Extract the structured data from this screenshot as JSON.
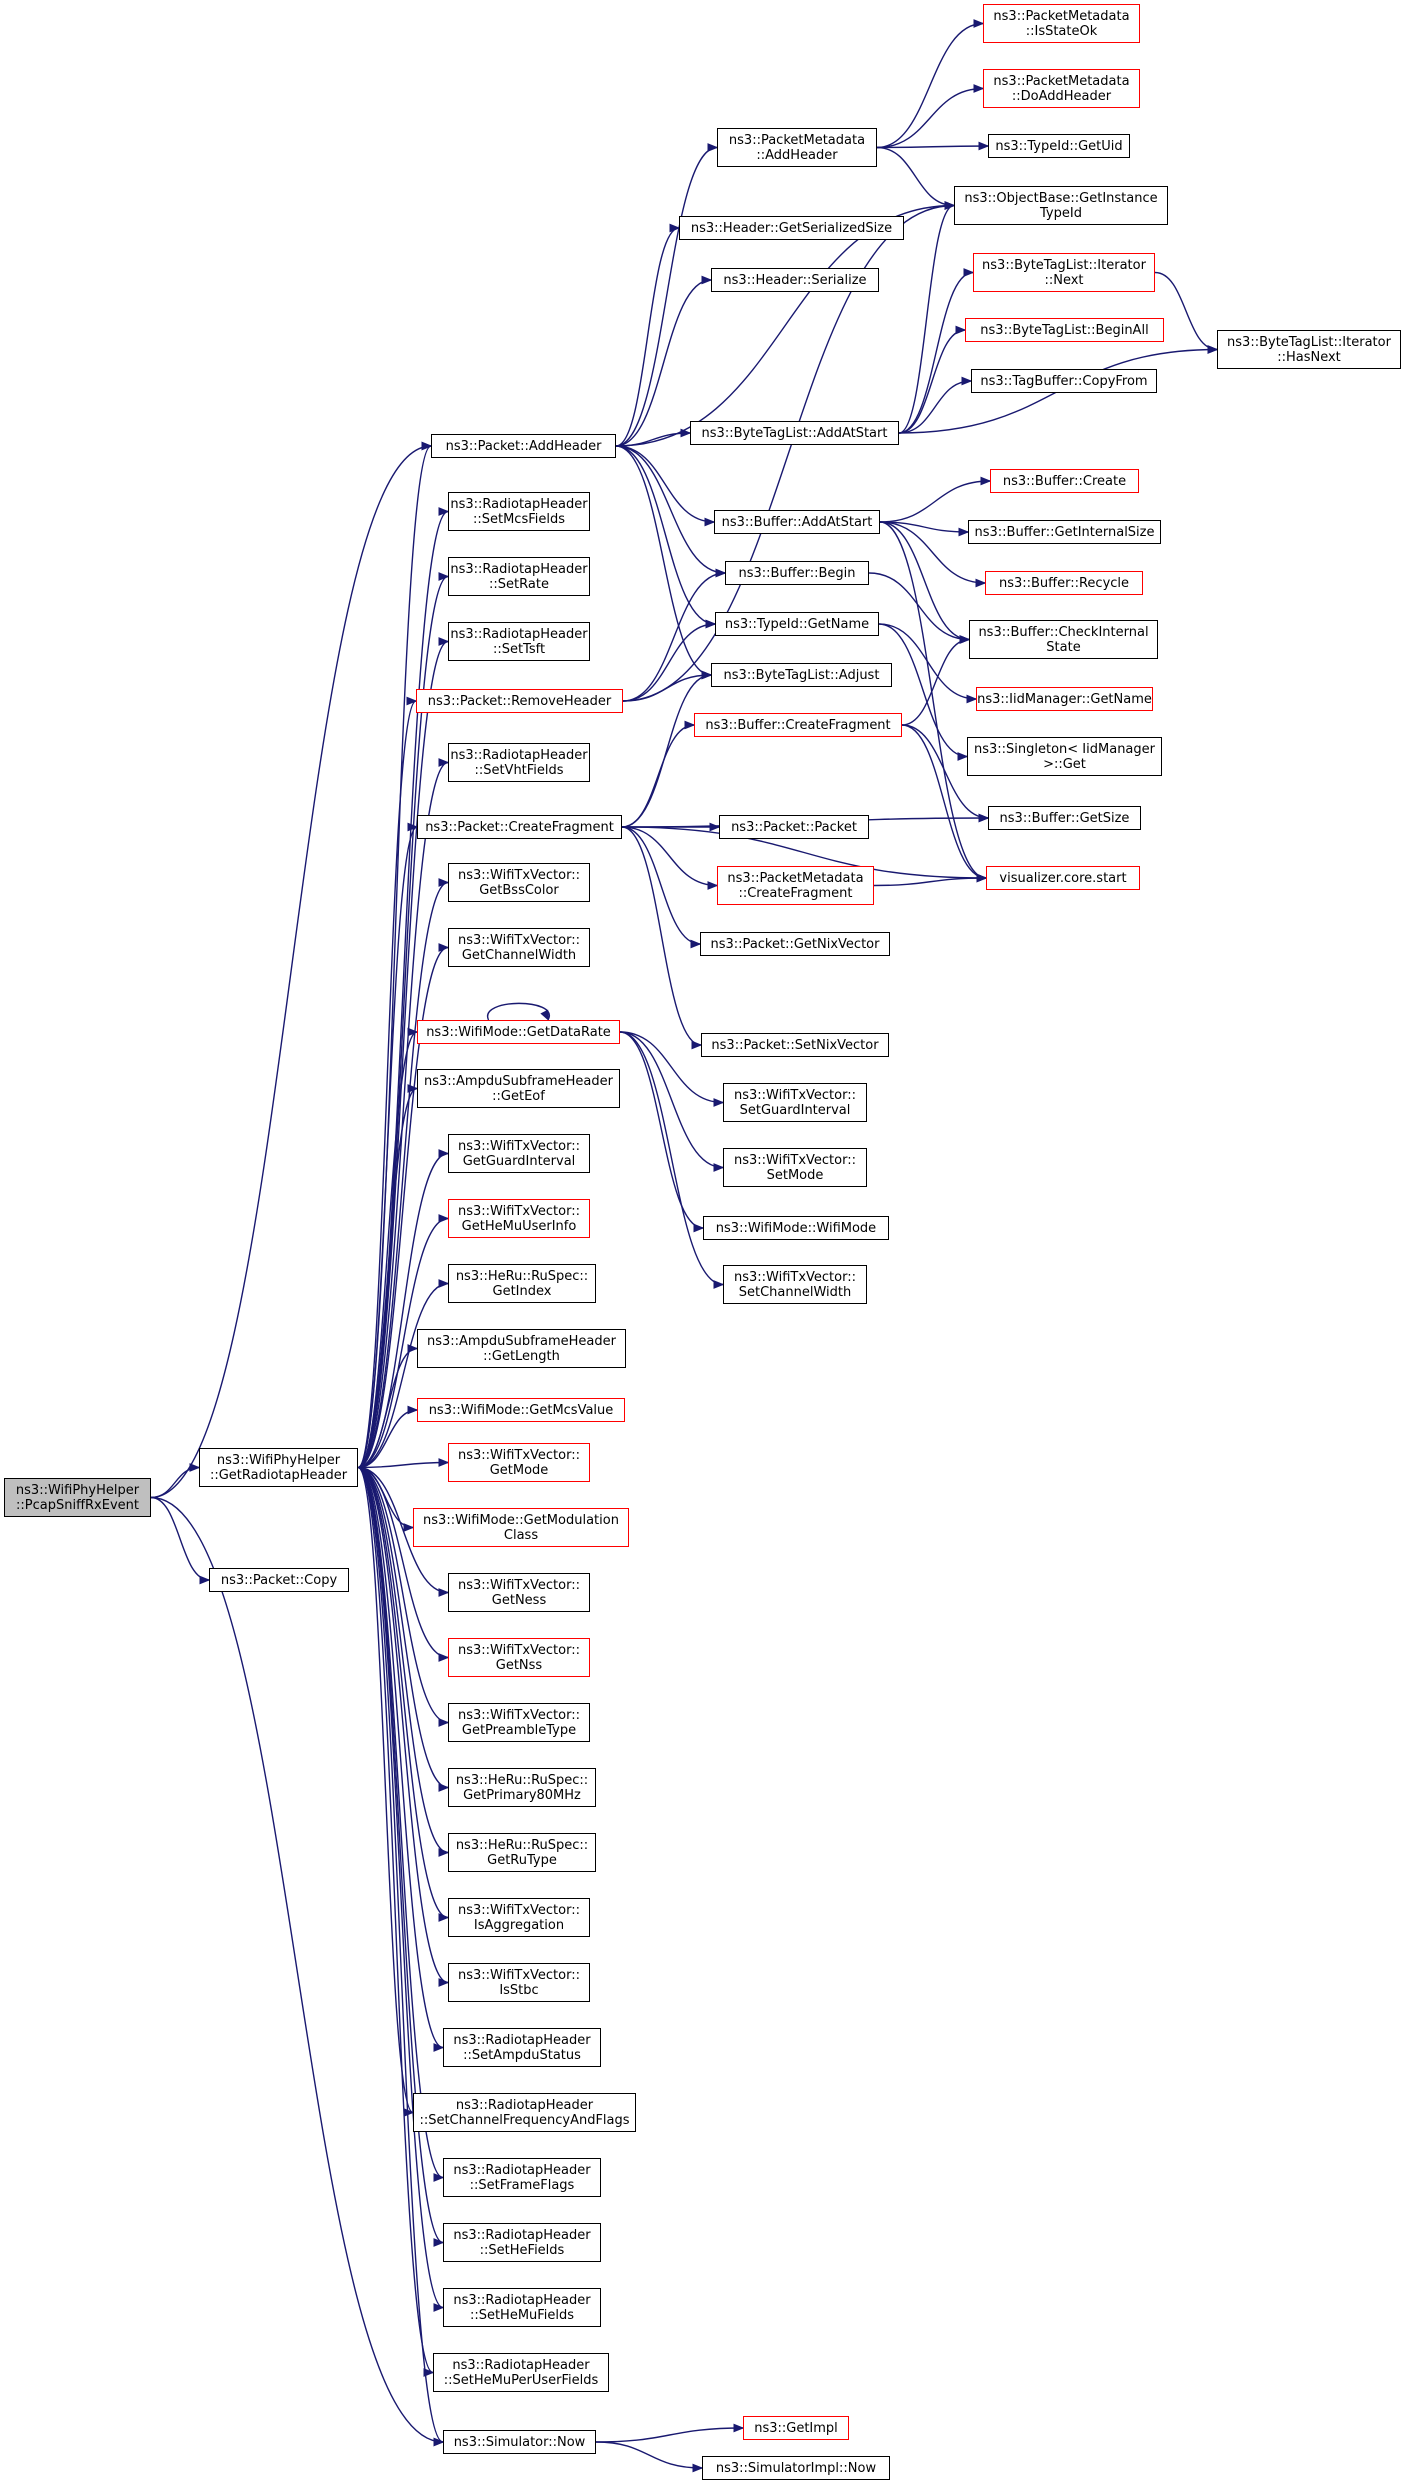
{
  "colors": {
    "edge": "#191970",
    "border": "#000000",
    "border_incomplete": "#ff0000",
    "root_fill": "#bfbfbf",
    "background": "#ffffff"
  },
  "nodes": [
    {
      "id": "root",
      "lines": [
        "ns3::WifiPhyHelper",
        "::PcapSniffRxEvent"
      ],
      "red": false,
      "root": true
    },
    {
      "id": "getradiotap",
      "lines": [
        "ns3::WifiPhyHelper",
        "::GetRadiotapHeader"
      ],
      "red": false
    },
    {
      "id": "packetcopy",
      "lines": [
        "ns3::Packet::Copy"
      ],
      "red": false
    },
    {
      "id": "addheader",
      "lines": [
        "ns3::Packet::AddHeader"
      ],
      "red": false
    },
    {
      "id": "setmcsfields",
      "lines": [
        "ns3::RadiotapHeader",
        "::SetMcsFields"
      ],
      "red": false
    },
    {
      "id": "setrate",
      "lines": [
        "ns3::RadiotapHeader",
        "::SetRate"
      ],
      "red": false
    },
    {
      "id": "settsft",
      "lines": [
        "ns3::RadiotapHeader",
        "::SetTsft"
      ],
      "red": false
    },
    {
      "id": "removeheader",
      "lines": [
        "ns3::Packet::RemoveHeader"
      ],
      "red": true
    },
    {
      "id": "setvhtfields",
      "lines": [
        "ns3::RadiotapHeader",
        "::SetVhtFields"
      ],
      "red": false
    },
    {
      "id": "createfragment",
      "lines": [
        "ns3::Packet::CreateFragment"
      ],
      "red": false
    },
    {
      "id": "getbsscolor",
      "lines": [
        "ns3::WifiTxVector::",
        "GetBssColor"
      ],
      "red": false
    },
    {
      "id": "getchannelwidth",
      "lines": [
        "ns3::WifiTxVector::",
        "GetChannelWidth"
      ],
      "red": false
    },
    {
      "id": "getdatarate",
      "lines": [
        "ns3::WifiMode::GetDataRate"
      ],
      "red": true
    },
    {
      "id": "geteof",
      "lines": [
        "ns3::AmpduSubframeHeader",
        "::GetEof"
      ],
      "red": false
    },
    {
      "id": "getguardinterval",
      "lines": [
        "ns3::WifiTxVector::",
        "GetGuardInterval"
      ],
      "red": false
    },
    {
      "id": "gethemuuserinfo",
      "lines": [
        "ns3::WifiTxVector::",
        "GetHeMuUserInfo"
      ],
      "red": true
    },
    {
      "id": "getindex",
      "lines": [
        "ns3::HeRu::RuSpec::",
        "GetIndex"
      ],
      "red": false
    },
    {
      "id": "getlength",
      "lines": [
        "ns3::AmpduSubframeHeader",
        "::GetLength"
      ],
      "red": false
    },
    {
      "id": "getmcsvalue",
      "lines": [
        "ns3::WifiMode::GetMcsValue"
      ],
      "red": true
    },
    {
      "id": "getmode",
      "lines": [
        "ns3::WifiTxVector::",
        "GetMode"
      ],
      "red": true
    },
    {
      "id": "getmodulationclass",
      "lines": [
        "ns3::WifiMode::GetModulation",
        "Class"
      ],
      "red": true
    },
    {
      "id": "getness",
      "lines": [
        "ns3::WifiTxVector::",
        "GetNess"
      ],
      "red": false
    },
    {
      "id": "getnss",
      "lines": [
        "ns3::WifiTxVector::",
        "GetNss"
      ],
      "red": true
    },
    {
      "id": "getpreambletype",
      "lines": [
        "ns3::WifiTxVector::",
        "GetPreambleType"
      ],
      "red": false
    },
    {
      "id": "getprimary80",
      "lines": [
        "ns3::HeRu::RuSpec::",
        "GetPrimary80MHz"
      ],
      "red": false
    },
    {
      "id": "getrutype",
      "lines": [
        "ns3::HeRu::RuSpec::",
        "GetRuType"
      ],
      "red": false
    },
    {
      "id": "isaggregation",
      "lines": [
        "ns3::WifiTxVector::",
        "IsAggregation"
      ],
      "red": false
    },
    {
      "id": "isstbc",
      "lines": [
        "ns3::WifiTxVector::",
        "IsStbc"
      ],
      "red": false
    },
    {
      "id": "setampdustatus",
      "lines": [
        "ns3::RadiotapHeader",
        "::SetAmpduStatus"
      ],
      "red": false
    },
    {
      "id": "setchannelfreq",
      "lines": [
        "ns3::RadiotapHeader",
        "::SetChannelFrequencyAndFlags"
      ],
      "red": false
    },
    {
      "id": "setframeflags",
      "lines": [
        "ns3::RadiotapHeader",
        "::SetFrameFlags"
      ],
      "red": false
    },
    {
      "id": "sethefields",
      "lines": [
        "ns3::RadiotapHeader",
        "::SetHeFields"
      ],
      "red": false
    },
    {
      "id": "sethemufields",
      "lines": [
        "ns3::RadiotapHeader",
        "::SetHeMuFields"
      ],
      "red": false
    },
    {
      "id": "sethemuperuser",
      "lines": [
        "ns3::RadiotapHeader",
        "::SetHeMuPerUserFields"
      ],
      "red": false
    },
    {
      "id": "simnow",
      "lines": [
        "ns3::Simulator::Now"
      ],
      "red": false
    },
    {
      "id": "pmaddheader",
      "lines": [
        "ns3::PacketMetadata",
        "::AddHeader"
      ],
      "red": false
    },
    {
      "id": "getserializedsize",
      "lines": [
        "ns3::Header::GetSerializedSize"
      ],
      "red": false
    },
    {
      "id": "headerserialize",
      "lines": [
        "ns3::Header::Serialize"
      ],
      "red": false
    },
    {
      "id": "btladdatstart",
      "lines": [
        "ns3::ByteTagList::AddAtStart"
      ],
      "red": false
    },
    {
      "id": "bufaddatstart",
      "lines": [
        "ns3::Buffer::AddAtStart"
      ],
      "red": false
    },
    {
      "id": "bufbegin",
      "lines": [
        "ns3::Buffer::Begin"
      ],
      "red": false
    },
    {
      "id": "typeidgetname",
      "lines": [
        "ns3::TypeId::GetName"
      ],
      "red": false
    },
    {
      "id": "btladjust",
      "lines": [
        "ns3::ByteTagList::Adjust"
      ],
      "red": false
    },
    {
      "id": "bufcreatefragment",
      "lines": [
        "ns3::Buffer::CreateFragment"
      ],
      "red": true
    },
    {
      "id": "packetpacket",
      "lines": [
        "ns3::Packet::Packet"
      ],
      "red": false
    },
    {
      "id": "pmcreatefragment",
      "lines": [
        "ns3::PacketMetadata",
        "::CreateFragment"
      ],
      "red": true
    },
    {
      "id": "getnixvector",
      "lines": [
        "ns3::Packet::GetNixVector"
      ],
      "red": false
    },
    {
      "id": "setnixvector",
      "lines": [
        "ns3::Packet::SetNixVector"
      ],
      "red": false
    },
    {
      "id": "setguardinterval",
      "lines": [
        "ns3::WifiTxVector::",
        "SetGuardInterval"
      ],
      "red": false
    },
    {
      "id": "setmode",
      "lines": [
        "ns3::WifiTxVector::",
        "SetMode"
      ],
      "red": false
    },
    {
      "id": "wifimode",
      "lines": [
        "ns3::WifiMode::WifiMode"
      ],
      "red": false
    },
    {
      "id": "setchannelwidth",
      "lines": [
        "ns3::WifiTxVector::",
        "SetChannelWidth"
      ],
      "red": false
    },
    {
      "id": "getimpl",
      "lines": [
        "ns3::GetImpl"
      ],
      "red": true
    },
    {
      "id": "simimplnow",
      "lines": [
        "ns3::SimulatorImpl::Now"
      ],
      "red": false
    },
    {
      "id": "isstateok",
      "lines": [
        "ns3::PacketMetadata",
        "::IsStateOk"
      ],
      "red": true
    },
    {
      "id": "doaddheader",
      "lines": [
        "ns3::PacketMetadata",
        "::DoAddHeader"
      ],
      "red": true
    },
    {
      "id": "typeidgetuid",
      "lines": [
        "ns3::TypeId::GetUid"
      ],
      "red": false
    },
    {
      "id": "getinstancetypeid",
      "lines": [
        "ns3::ObjectBase::GetInstance",
        "TypeId"
      ],
      "red": false
    },
    {
      "id": "btlitnext",
      "lines": [
        "ns3::ByteTagList::Iterator",
        "::Next"
      ],
      "red": true
    },
    {
      "id": "btlbeginall",
      "lines": [
        "ns3::ByteTagList::BeginAll"
      ],
      "red": true
    },
    {
      "id": "tagbuffercopyfrom",
      "lines": [
        "ns3::TagBuffer::CopyFrom"
      ],
      "red": false
    },
    {
      "id": "bufcreate",
      "lines": [
        "ns3::Buffer::Create"
      ],
      "red": true
    },
    {
      "id": "bufgetinternalsize",
      "lines": [
        "ns3::Buffer::GetInternalSize"
      ],
      "red": false
    },
    {
      "id": "bufrecycle",
      "lines": [
        "ns3::Buffer::Recycle"
      ],
      "red": true
    },
    {
      "id": "bufcheckinternal",
      "lines": [
        "ns3::Buffer::CheckInternal",
        "State"
      ],
      "red": false
    },
    {
      "id": "iidgetname",
      "lines": [
        "ns3::IidManager::GetName"
      ],
      "red": true
    },
    {
      "id": "singletonget",
      "lines": [
        "ns3::Singleton< IidManager",
        ">::Get"
      ],
      "red": false
    },
    {
      "id": "bufgetsize",
      "lines": [
        "ns3::Buffer::GetSize"
      ],
      "red": false
    },
    {
      "id": "vizstart",
      "lines": [
        "visualizer.core.start"
      ],
      "red": true
    },
    {
      "id": "btlithasnext",
      "lines": [
        "ns3::ByteTagList::Iterator",
        "::HasNext"
      ],
      "red": false
    }
  ]
}
